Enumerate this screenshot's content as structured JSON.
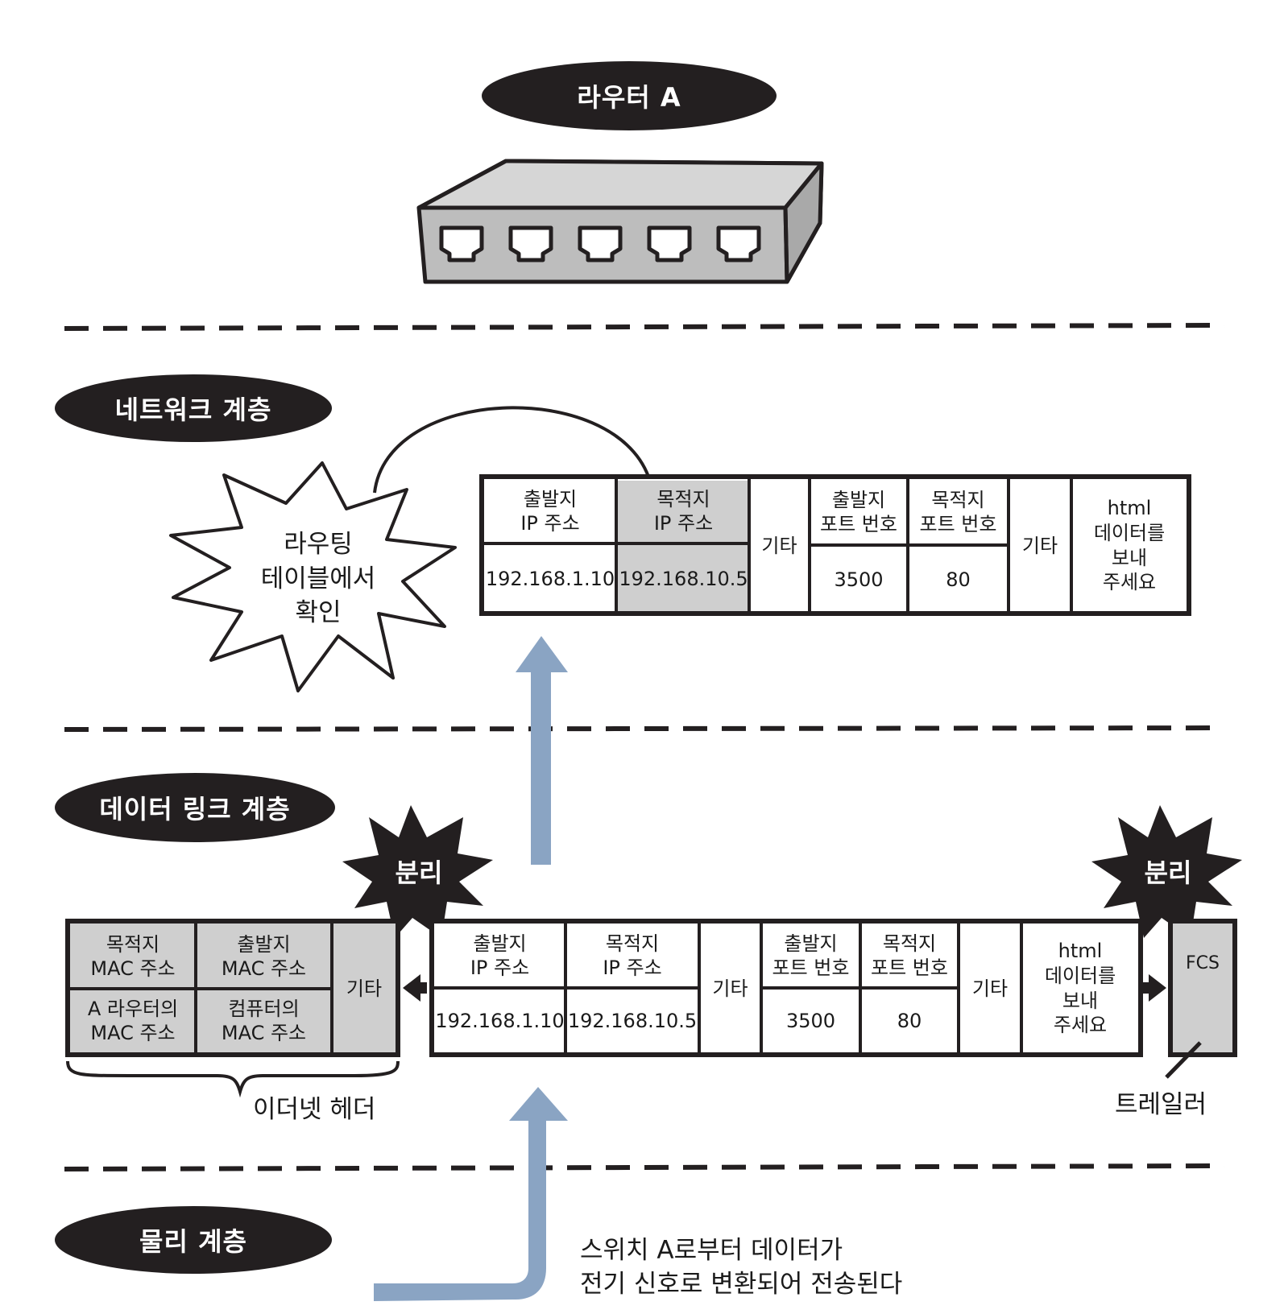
{
  "router": {
    "label": "라우터 A"
  },
  "layers": {
    "network": "네트워크 계층",
    "datalink": "데이터 링크 계층",
    "physical": "물리 계층"
  },
  "network_packet": {
    "src_ip_header": "출발지\nIP 주소",
    "dst_ip_header": "목적지\nIP 주소",
    "other1": "기타",
    "src_port_header": "출발지\n포트 번호",
    "dst_port_header": "목적지\n포트 번호",
    "other2": "기타",
    "data": "html\n데이터를\n보내\n주세요",
    "src_ip": "192.168.1.10",
    "dst_ip": "192.168.10.5",
    "src_port": "3500",
    "dst_port": "80"
  },
  "routing_note": "라우팅\n테이블에서\n확인",
  "ethernet": {
    "dst_mac_header": "목적지\nMAC 주소",
    "src_mac_header": "출발지\nMAC 주소",
    "dst_mac_value": "A 라우터의\nMAC 주소",
    "src_mac_value": "컴퓨터의\nMAC 주소",
    "other": "기타",
    "header_label": "이더넷 헤더",
    "fcs": "FCS",
    "trailer_label": "트레일러",
    "split_left": "분리",
    "split_right": "분리"
  },
  "datalink_packet": {
    "src_ip_header": "출발지\nIP 주소",
    "dst_ip_header": "목적지\nIP 주소",
    "other1": "기타",
    "src_port_header": "출발지\n포트 번호",
    "dst_port_header": "목적지\n포트 번호",
    "other2": "기타",
    "data": "html\n데이터를\n보내\n주세요",
    "src_ip": "192.168.1.10",
    "dst_ip": "192.168.10.5",
    "src_port": "3500",
    "dst_port": "80"
  },
  "physical_note": "스위치 A로부터 데이터가\n전기 신호로 변환되어 전송된다",
  "colors": {
    "ink": "#231f20",
    "gray_fill": "#cfcfcf",
    "router_body": "#bdbdbd",
    "arrow_blue": "#8aa4c3"
  }
}
